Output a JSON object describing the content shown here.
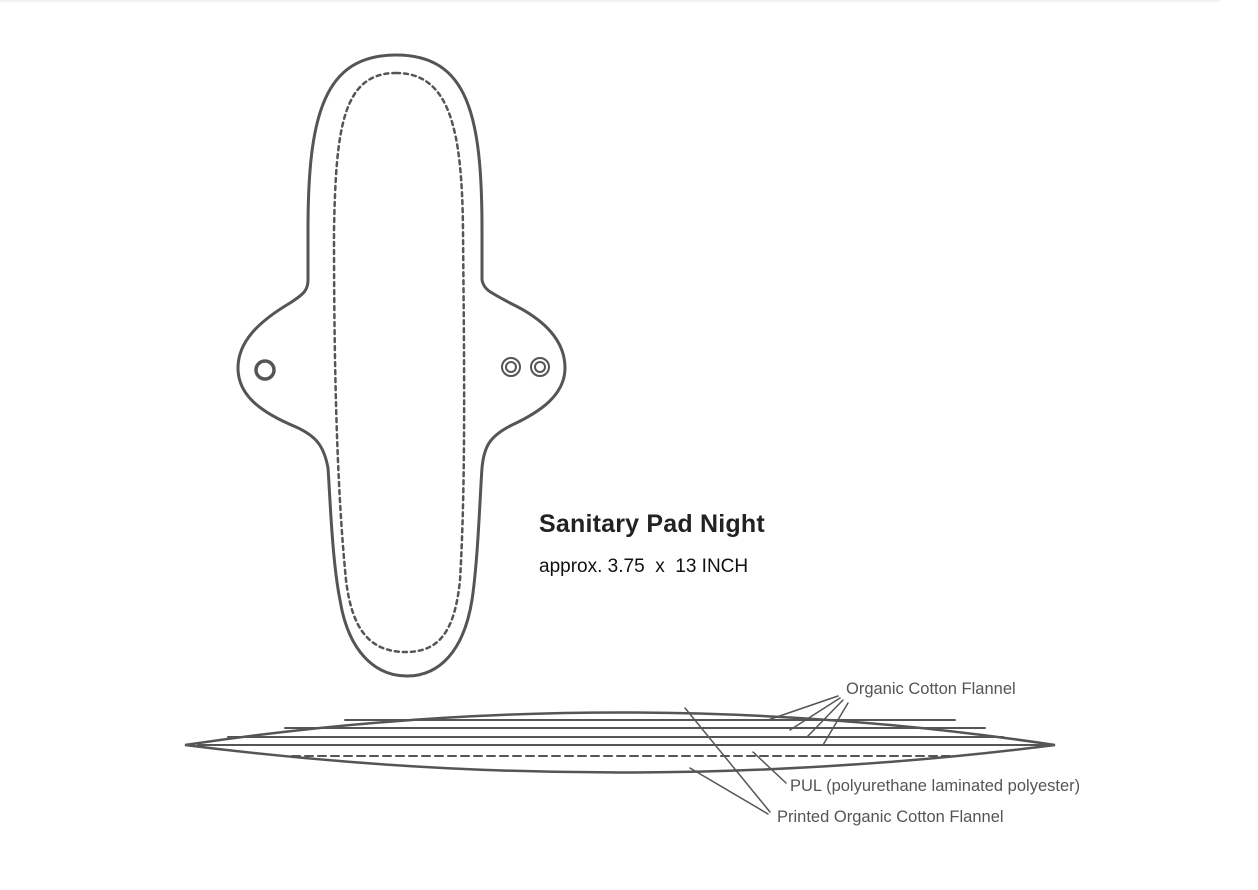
{
  "product": {
    "title": "Sanitary Pad Night",
    "dimensions": "approx. 3.75  x  13 INCH"
  },
  "layers": {
    "organic_cotton_flannel": "Organic Cotton Flannel",
    "pul": "PUL (polyurethane laminated polyester)",
    "printed_organic_cotton_flannel": "Printed Organic Cotton Flannel"
  },
  "colors": {
    "outline": "#555555",
    "title_text": "#222222",
    "label_text": "#555555"
  }
}
